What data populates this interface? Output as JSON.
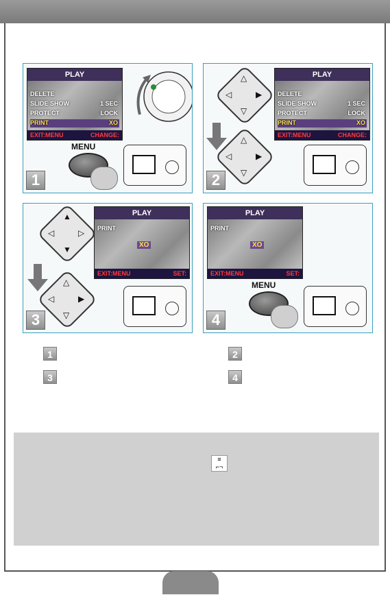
{
  "screens": {
    "play_title": "PLAY",
    "menu_rows": [
      {
        "label": "DELETE",
        "value": ""
      },
      {
        "label": "SLIDE SHOW",
        "value": "1  SEC"
      },
      {
        "label": "PROTECT",
        "value": "LOCK"
      },
      {
        "label": "PRINT",
        "value": "XO"
      }
    ],
    "foot_exit": "EXIT:MENU",
    "foot_change": "CHANGE:",
    "foot_set": "SET:",
    "print_label": "PRINT",
    "print_value": "XO"
  },
  "labels": {
    "menu": "MENU"
  },
  "steps": [
    "1",
    "2",
    "3",
    "4"
  ]
}
